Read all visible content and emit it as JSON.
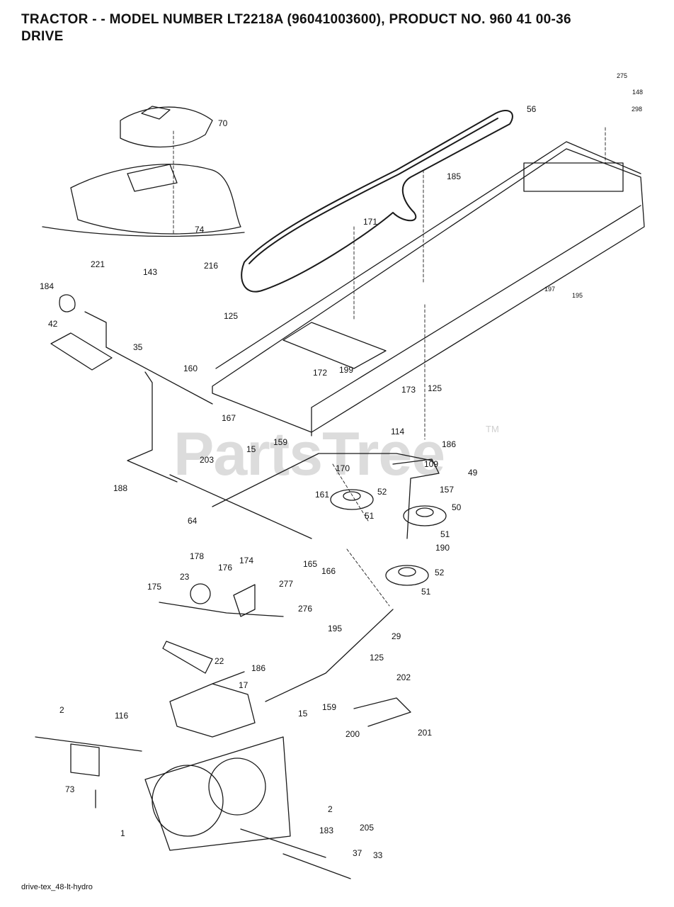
{
  "header": {
    "line1": "TRACTOR - - MODEL NUMBER LT2218A (96041003600), PRODUCT NO. 960 41 00-36",
    "line2": "DRIVE"
  },
  "watermark": {
    "text": "PartsTree",
    "tm": "TM"
  },
  "footer": {
    "code": "drive-tex_48-lt-hydro"
  },
  "callouts": [
    "275",
    "148",
    "298",
    "56",
    "70",
    "185",
    "74",
    "171",
    "221",
    "184",
    "216",
    "143",
    "197",
    "195",
    "42",
    "125",
    "35",
    "172",
    "199",
    "160",
    "173",
    "125",
    "167",
    "114",
    "186",
    "159",
    "15",
    "203",
    "170",
    "109",
    "49",
    "188",
    "161",
    "157",
    "52",
    "64",
    "51",
    "50",
    "51",
    "190",
    "165",
    "166",
    "52",
    "51",
    "178",
    "176",
    "174",
    "23",
    "277",
    "175",
    "276",
    "195",
    "29",
    "22",
    "125",
    "186",
    "17",
    "2",
    "116",
    "159",
    "15",
    "202",
    "200",
    "201",
    "73",
    "2",
    "183",
    "205",
    "1",
    "37",
    "33"
  ]
}
